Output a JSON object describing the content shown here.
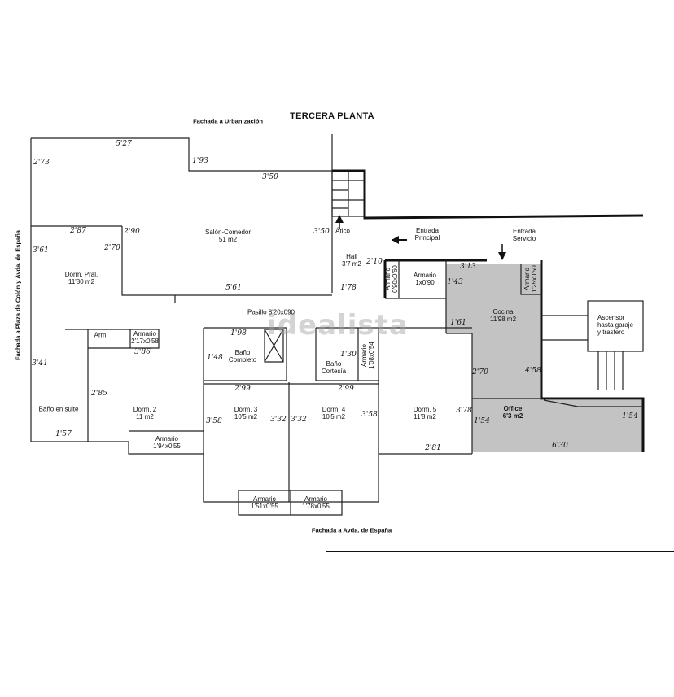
{
  "title": "TERCERA PLANTA",
  "facades": {
    "top": "Fachada a Urbanización",
    "bottom": "Fachada a Avda. de España",
    "left": "Fachada a Plaza de Colón y Avda. de España"
  },
  "watermark": "idealista",
  "rooms": {
    "salon": {
      "name": "Salón-Comedor",
      "area": "51 m2"
    },
    "dorm_pral": {
      "name": "Dorm. Pral.",
      "area": "11'80 m2"
    },
    "atico": {
      "name": "Ático"
    },
    "entrada_principal": {
      "name": "Entrada",
      "sub": "Principal"
    },
    "entrada_servicio": {
      "name": "Entrada",
      "sub": "Servicio"
    },
    "hall": {
      "name": "Hall",
      "area": "3'7 m2"
    },
    "armario_hall": {
      "name": "Armario",
      "size": "0'90x0'60"
    },
    "armario_1x090": {
      "name": "Armario",
      "size": "1x0'90"
    },
    "armario_cocina": {
      "name": "Armario",
      "size": "1'25x0'50"
    },
    "cocina": {
      "name": "Cocina",
      "area": "11'98 m2"
    },
    "ascensor": {
      "line1": "Ascensor",
      "line2": "hasta garaje",
      "line3": "y trastero"
    },
    "pasillo": {
      "name": "Pasillo 8'20x090"
    },
    "arm": {
      "name": "Arm"
    },
    "armario_217": {
      "name": "Armario",
      "size": "2'17x0'58"
    },
    "bano_completo": {
      "name": "Baño",
      "sub": "Completo"
    },
    "bano_cortesia": {
      "name": "Baño",
      "sub": "Cortesía"
    },
    "armario_108": {
      "name": "Armario",
      "size": "1'08x0'54"
    },
    "bano_suite": {
      "name": "Baño en suite"
    },
    "dorm2": {
      "name": "Dorm. 2",
      "area": "11 m2"
    },
    "dorm3": {
      "name": "Dorm. 3",
      "area": "10'5 m2"
    },
    "dorm4": {
      "name": "Dorm. 4",
      "area": "10'5 m2"
    },
    "dorm5": {
      "name": "Dorm. 5",
      "area": "11'8 m2"
    },
    "office": {
      "name": "Office",
      "area": "6'3 m2"
    },
    "armario_194": {
      "name": "Armario",
      "size": "1'94x0'55"
    },
    "armario_151": {
      "name": "Armario",
      "size": "1'51x0'55"
    },
    "armario_178": {
      "name": "Armario",
      "size": "1'78x0'55"
    }
  },
  "dimensions": {
    "d527": "5'27",
    "d273": "2'73",
    "d193": "1'93",
    "d350_top": "3'50",
    "d287": "2'87",
    "d290": "2'90",
    "d270": "2'70",
    "d361": "3'61",
    "d350_mid": "3'50",
    "d210": "2'10",
    "d561": "5'61",
    "d178_hall": "1'78",
    "d313": "3'13",
    "d143": "1'43",
    "d161": "1'61",
    "d386": "3'86",
    "d198": "1'98",
    "d148": "1'48",
    "d130": "1'30",
    "d341": "3'41",
    "d285": "2'85",
    "d299_a": "2'99",
    "d299_b": "2'99",
    "d370": "2'70",
    "d458": "4'58",
    "d378": "3'78",
    "d354": "1'54",
    "d358_3": "3'58",
    "d332_a": "3'32",
    "d332_b": "3'32",
    "d358_4": "3'58",
    "d157": "1'57",
    "d281": "2'81",
    "d630": "6'30",
    "d154": "1'54"
  }
}
